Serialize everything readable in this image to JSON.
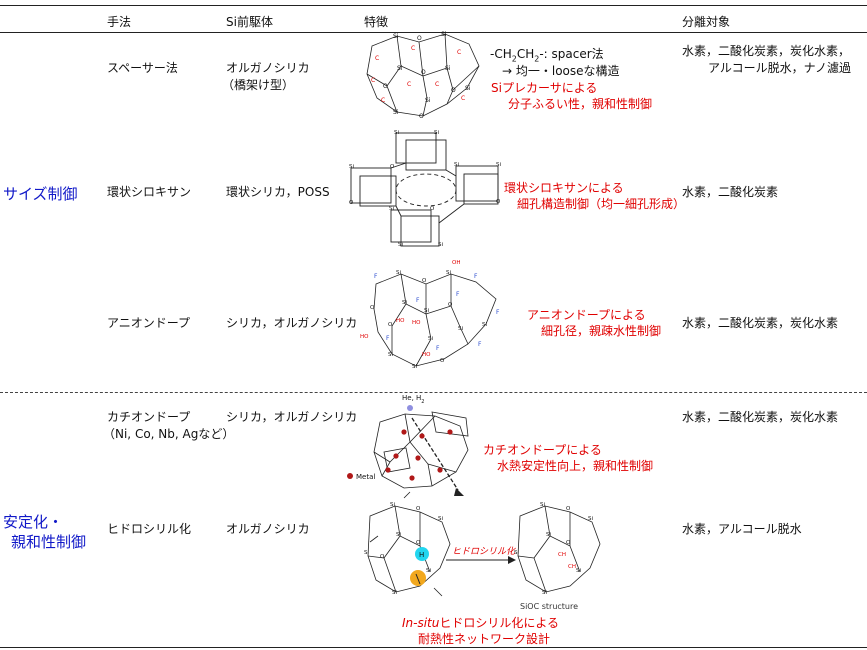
{
  "headers": {
    "method": "手法",
    "precursor": "Si前駆体",
    "feature": "特徴",
    "target": "分離対象"
  },
  "groups": {
    "size": "サイズ制御",
    "stability_line1": "安定化・",
    "stability_line2": "親和性制御"
  },
  "rows": [
    {
      "method": "スペーサー法",
      "precursor_line1": "オルガノシリカ",
      "precursor_line2": "（橋架け型）",
      "note_formula_prefix": "-CH",
      "note_formula_sub1": "2",
      "note_formula_mid": "CH",
      "note_formula_sub2": "2",
      "note_formula_suffix": "-: spacer法",
      "note_line2": "→ 均一・looseな構造",
      "feature_line1": "Siプレカーサによる",
      "feature_line2": "分子ふるい性，親和性制御",
      "target_line1": "水素，二酸化炭素，炭化水素，",
      "target_line2": "アルコール脱水，ナノ濾過"
    },
    {
      "method": "環状シロキサン",
      "precursor": "環状シリカ，POSS",
      "feature_line1": "環状シロキサンによる",
      "feature_line2": "細孔構造制御（均一細孔形成）",
      "target": "水素，二酸化炭素"
    },
    {
      "method": "アニオンドープ",
      "precursor": "シリカ，オルガノシリカ",
      "feature_line1": "アニオンドープによる",
      "feature_line2": "細孔径，親疎水性制御",
      "target": "水素，二酸化炭素，炭化水素"
    },
    {
      "method": "カチオンドープ",
      "method_line2": "（Ni, Co, Nb, Agなど）",
      "precursor": "シリカ，オルガノシリカ",
      "gas_label": "He, H",
      "gas_sub": "2",
      "metal_label": "Metal",
      "feature_line1": "カチオンドープによる",
      "feature_line2": "水熱安定性向上，親和性制御",
      "target": "水素，二酸化炭素，炭化水素"
    },
    {
      "method": "ヒドロシリル化",
      "precursor": "オルガノシリカ",
      "arrow_label": "ヒドロシリル化",
      "h_label": "H",
      "product_label": "SiOC structure",
      "feature_italic": "In-situ",
      "feature_line1_rest": "ヒドロシリル化による",
      "feature_line2": "耐熱性ネットワーク設計",
      "target": "水素，アルコール脱水"
    }
  ],
  "colors": {
    "accent_red": "#e00000",
    "group_blue": "#1018c8",
    "cyan_atom": "#22d6f0",
    "orange_atom": "#f2a81e",
    "metal_dot": "#b01818",
    "gas_dot": "#8f8fe0"
  },
  "icons": [
    "organosilica-network-diagram",
    "cyclic-siloxane-diagram",
    "anion-doped-silica-diagram",
    "cation-doped-silica-diagram",
    "hydrosilylation-diagram",
    "reaction-arrow-icon"
  ]
}
